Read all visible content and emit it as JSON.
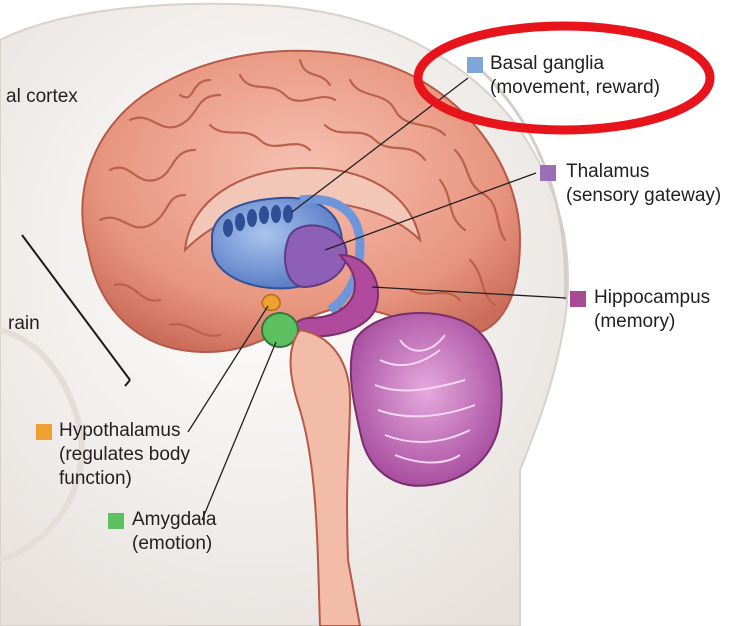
{
  "labels": {
    "cortex_partial": "al cortex",
    "brain_partial": "rain",
    "basal_ganglia": {
      "name": "Basal ganglia",
      "desc": "(movement, reward)",
      "color": "#7fa6d8"
    },
    "thalamus": {
      "name": "Thalamus",
      "desc": "(sensory gateway)",
      "color": "#9b6fb5"
    },
    "hippocampus": {
      "name": "Hippocampus",
      "desc": "(memory)",
      "color": "#a94a95"
    },
    "hypothalamus": {
      "name": "Hypothalamus",
      "desc1": "(regulates body",
      "desc2": "function)",
      "color": "#f0a030"
    },
    "amygdala": {
      "name": "Amygdala",
      "desc": "(emotion)",
      "color": "#5cc060"
    }
  },
  "highlight_color": "#e8141b",
  "brain_color": "#e89a8a",
  "skin_color": "#eeeae6"
}
